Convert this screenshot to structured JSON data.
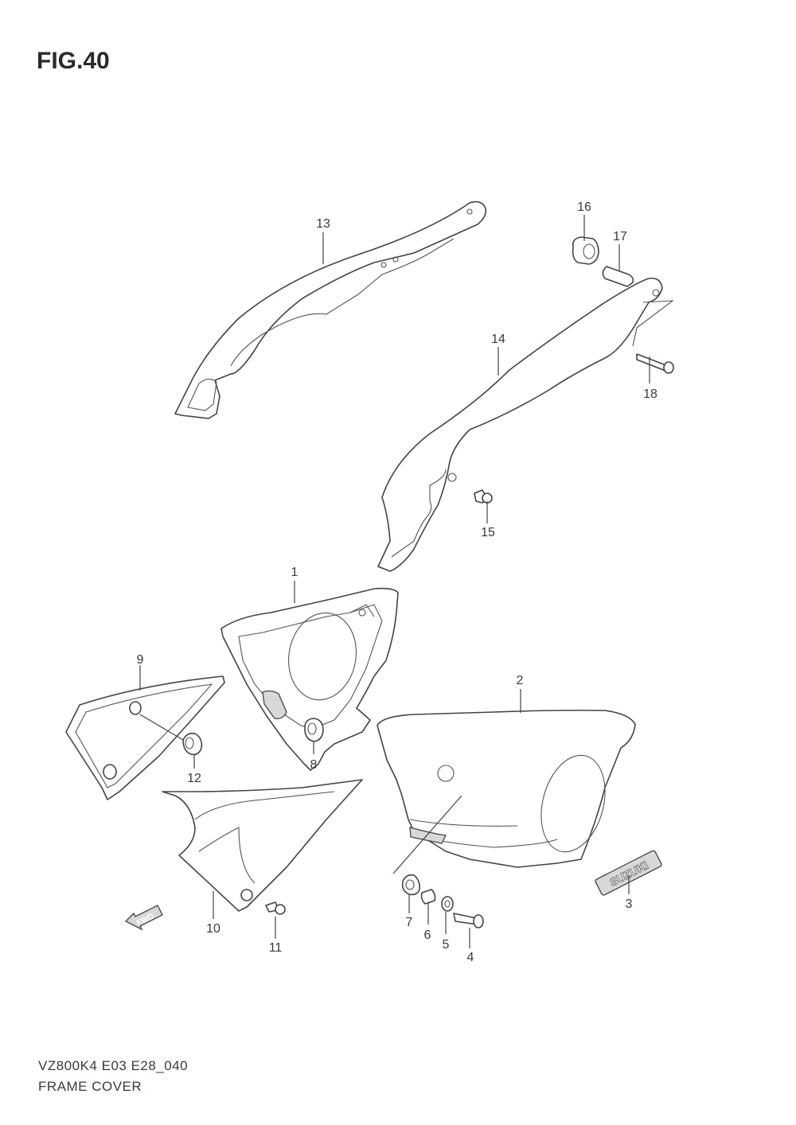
{
  "figure": {
    "title": "FIG.40"
  },
  "footer": {
    "model_code": "VZ800K4  E03  E28_040",
    "section_name": "FRAME COVER"
  },
  "emblem_text": "SUZUKI",
  "fwd_text": "FWD",
  "callouts": [
    "1",
    "2",
    "3",
    "4",
    "5",
    "6",
    "7",
    "8",
    "9",
    "10",
    "11",
    "12",
    "13",
    "14",
    "15",
    "16",
    "17",
    "18"
  ]
}
